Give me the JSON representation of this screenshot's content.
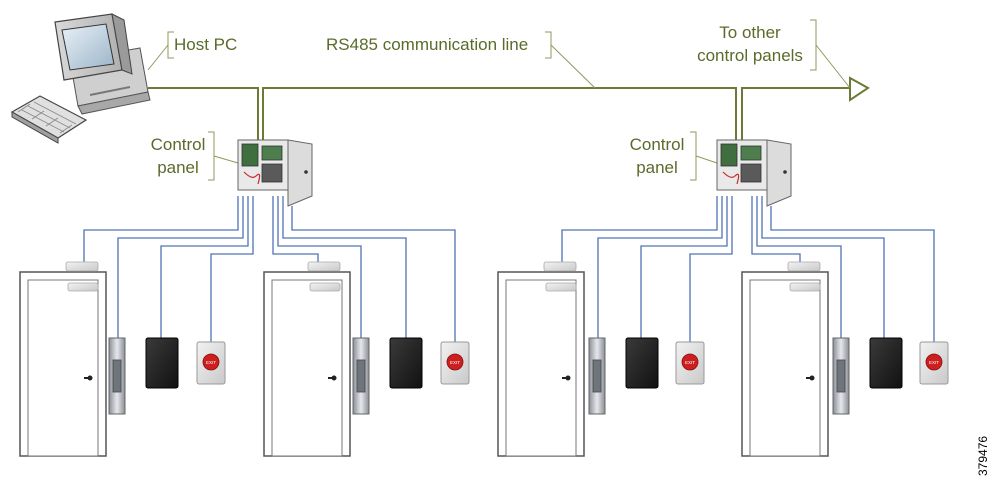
{
  "labels": {
    "host_pc": "Host PC",
    "rs485": "RS485 communication line",
    "to_other_1": "To other",
    "to_other_2": "control panels",
    "control_panel_1": "Control",
    "control_panel_2": "panel",
    "exit_text": "EXIT",
    "figure_id": "379476"
  },
  "colors": {
    "bus_line": "#6b7a35",
    "wire": "#4f74b5",
    "label_text": "#5a6b2a",
    "exit_button": "#cc1f1f"
  }
}
